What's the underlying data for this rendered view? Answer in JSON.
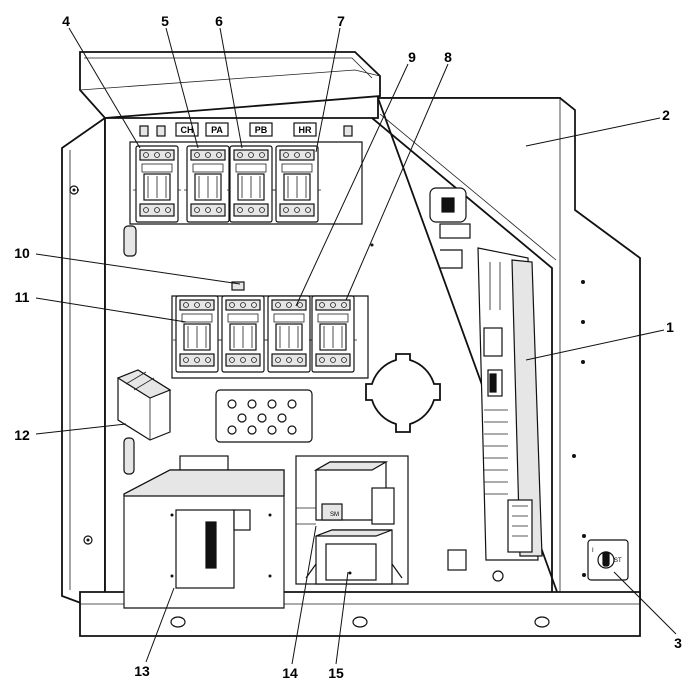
{
  "contactor_tags": [
    "CH",
    "PA",
    "PB",
    "HR"
  ],
  "switch_labels": [
    "I",
    "ST"
  ],
  "callouts": [
    "1",
    "2",
    "3",
    "4",
    "5",
    "6",
    "7",
    "8",
    "9",
    "10",
    "11",
    "12",
    "13",
    "14",
    "15"
  ]
}
